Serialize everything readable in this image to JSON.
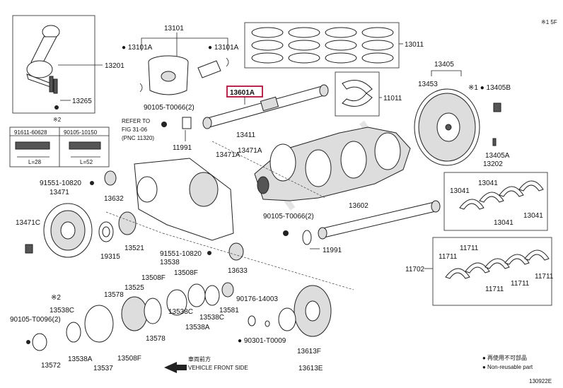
{
  "diagram": {
    "page_note": "※1 5F",
    "watermark": "pts.ru",
    "catalog_code": "130922E",
    "highlighted_part": "13601A",
    "refer_to": {
      "line1": "REFER TO",
      "line2": "FIG 31-06",
      "line3": "(PNC 11320)"
    },
    "direction": {
      "jp": "車両前方",
      "en": "VEHICLE FRONT SIDE"
    },
    "legend": {
      "jp": "● 再使用不可部品",
      "en": "● Non-reusable part"
    },
    "table": {
      "note": "※2",
      "col1": "91611-60628",
      "col2": "90105-10150",
      "len1": "L=28",
      "len2": "L=52"
    },
    "labels": {
      "p13101": "13101",
      "p13101A_l": "● 13101A",
      "p13101A_r": "● 13101A",
      "p13011": "13011",
      "p13201": "13201",
      "p13265": "13265",
      "p13601A": "13601A",
      "p11011": "11011",
      "p13405": "13405",
      "p13453": "13453",
      "p13405B": "※1 ● 13405B",
      "p13405A": "13405A",
      "p13202": "13202",
      "p90105_T0066a": "90105-T0066(2)",
      "p11991a": "11991",
      "p13411": "13411",
      "p13471A_l": "13471A",
      "p13471A_r": "13471A",
      "p91551_10820a": "91551-10820",
      "p13471": "13471",
      "p13632": "13632",
      "p13471C": "13471C",
      "p19315": "19315",
      "p13521": "13521",
      "p90105_T0066b": "90105-T0066(2)",
      "p11991b": "11991",
      "p13602": "13602",
      "p13041a": "13041",
      "p13041b": "13041",
      "p13041c": "13041",
      "p13041d": "13041",
      "p91551_10820b": "91551-10820",
      "p13538a": "13538",
      "p13508F_a": "13508F",
      "p13633": "13633",
      "p11702": "11702",
      "p11711a": "11711",
      "p11711b": "11711",
      "p11711c": "11711",
      "p11711d": "11711",
      "p11711e": "11711",
      "p13508F_b": "13508F",
      "p13525": "13525",
      "p13578a": "13578",
      "p13538C_a": "13538C",
      "p13538C_b": "13538C",
      "p13538C_c": "13538C",
      "p13581": "13581",
      "p90176_14003": "90176-14003",
      "p13538A_a": "13538A",
      "p13538A_b": "13538A",
      "p13578b": "13578",
      "p13508F_c": "13508F",
      "p13537": "13537",
      "p90105_T0096": "90105-T0096(2)",
      "p13572": "13572",
      "p90301_T0009": "● 90301-T0009",
      "p13613F": "13613F",
      "p13613E": "13613E",
      "note2": "※2"
    }
  }
}
